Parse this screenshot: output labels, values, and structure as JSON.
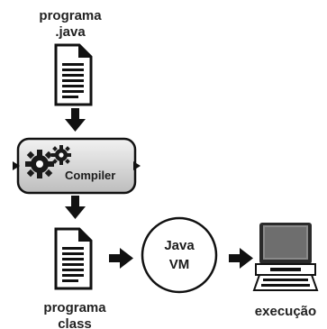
{
  "source_file": {
    "label_line1": "programa",
    "label_line2": ".java"
  },
  "compiler": {
    "label": "Compiler"
  },
  "bytecode_file": {
    "label_line1": "programa",
    "label_line2": "class"
  },
  "jvm": {
    "label_line1": "Java",
    "label_line2": "VM"
  },
  "output": {
    "label": "execução"
  }
}
